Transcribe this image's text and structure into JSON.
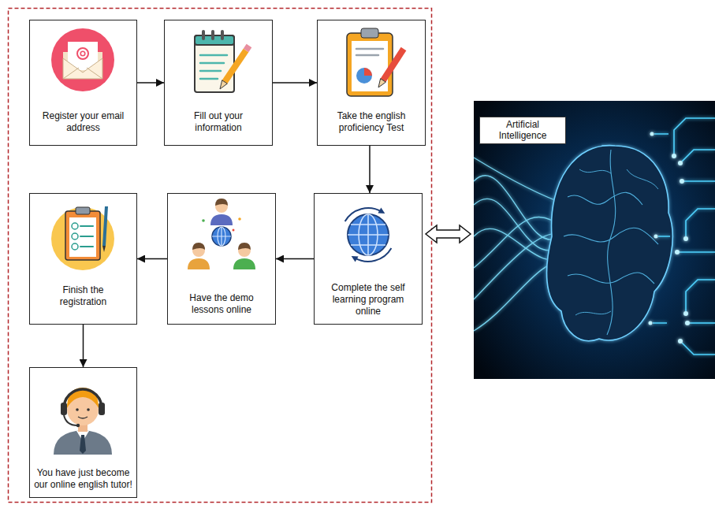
{
  "diagram": {
    "nodes": [
      {
        "text": [
          "Register your email address"
        ]
      },
      {
        "text": [
          "Fill out your information"
        ]
      },
      {
        "text": [
          "Take the english proficiency Test"
        ]
      },
      {
        "text": [
          "Complete the self learning program online"
        ]
      },
      {
        "text": [
          "Have the demo lessons online"
        ]
      },
      {
        "text": [
          "Finish the registration"
        ]
      },
      {
        "text": [
          "You have just become our online english tutor!"
        ]
      },
      {
        "text": [
          "Artificial Intelligence"
        ]
      }
    ],
    "edges": [
      {
        "from": 0,
        "to": 1,
        "arrow": "to"
      },
      {
        "from": 1,
        "to": 2,
        "arrow": "to"
      },
      {
        "from": 2,
        "to": 3,
        "arrow": "to"
      },
      {
        "from": 3,
        "to": 4,
        "arrow": "to"
      },
      {
        "from": 4,
        "to": 5,
        "arrow": "to"
      },
      {
        "from": 5,
        "to": 6,
        "arrow": "to"
      },
      {
        "from": 3,
        "to": 7,
        "arrow": "both"
      }
    ]
  }
}
